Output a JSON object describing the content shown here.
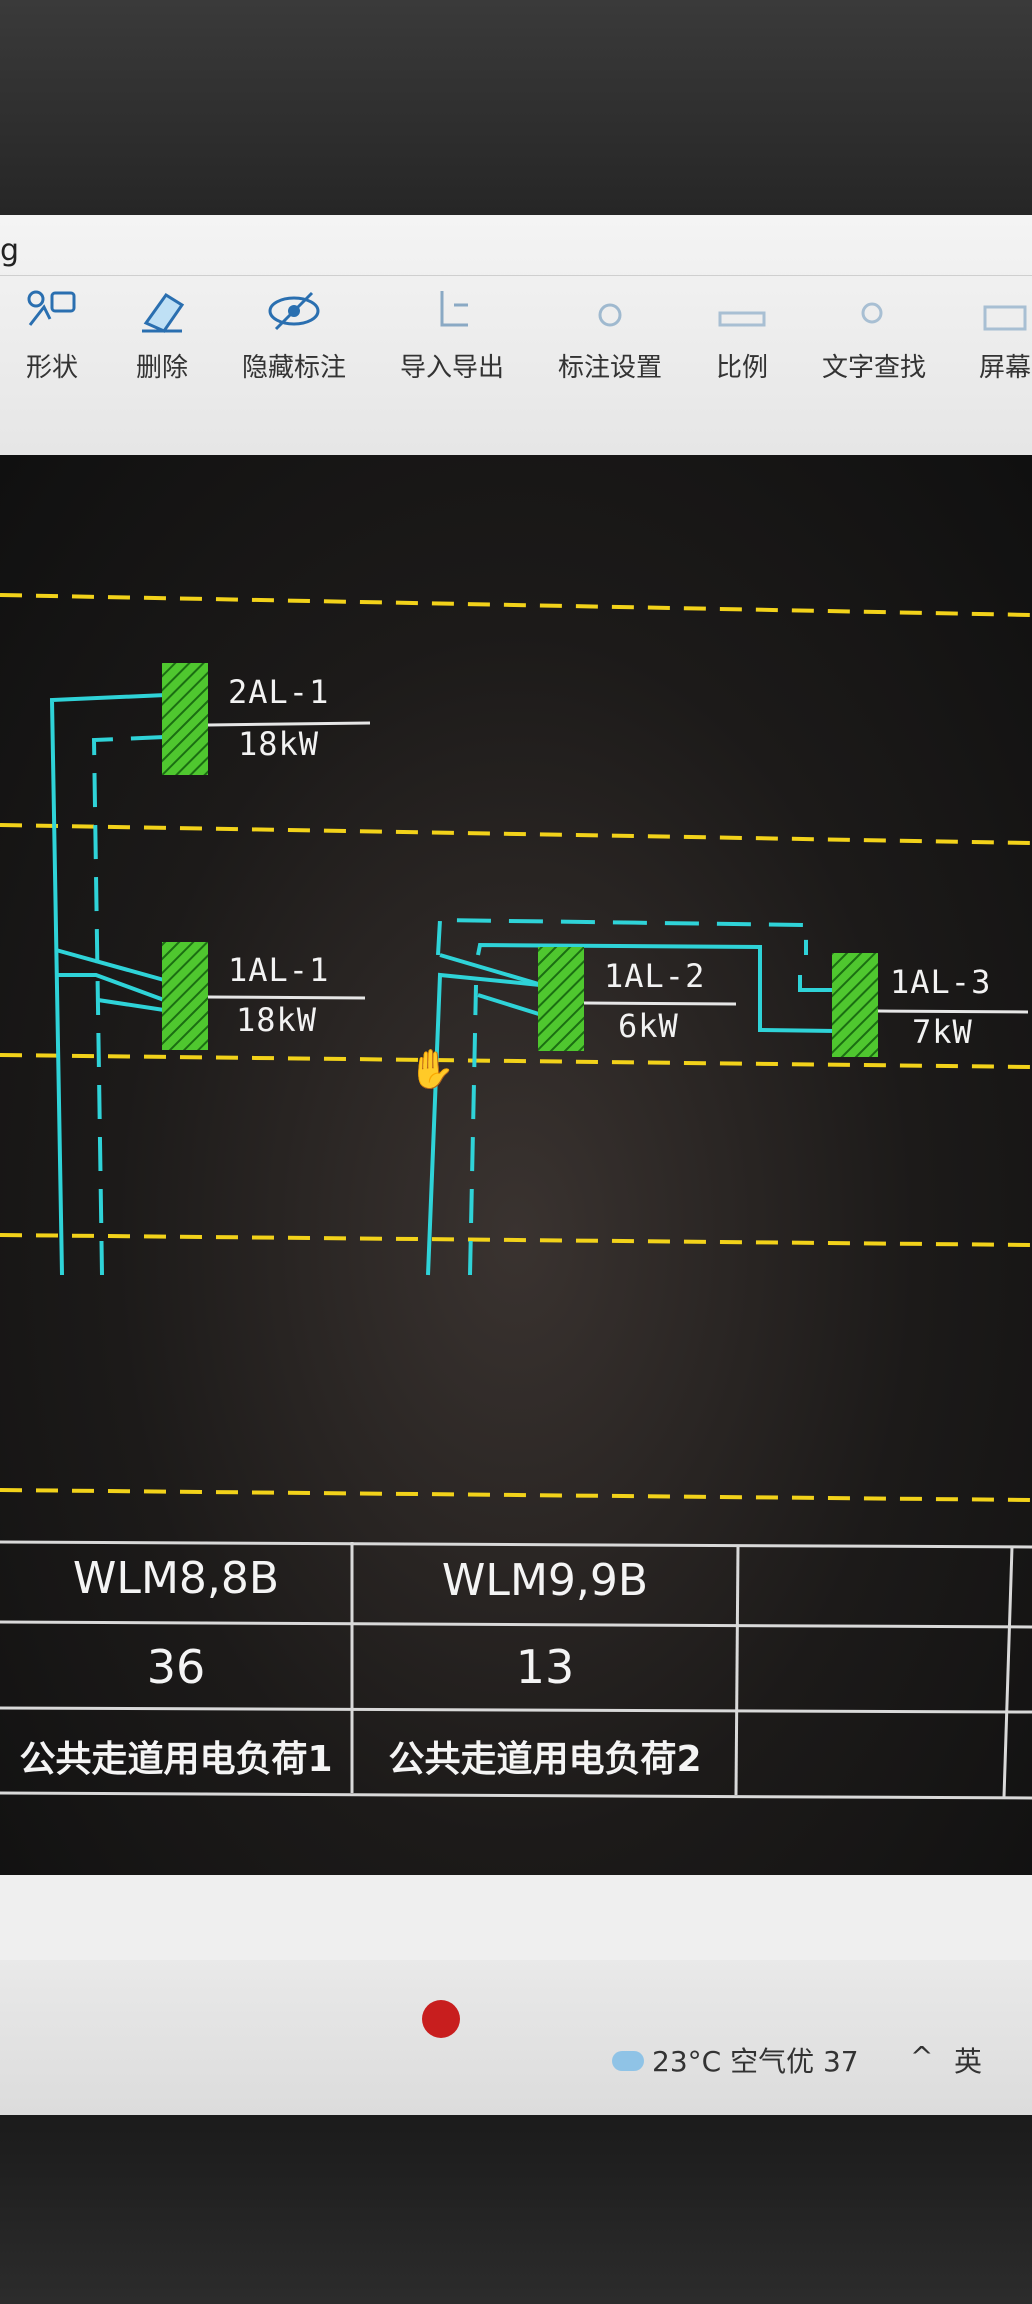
{
  "window": {
    "title_fragment": "g"
  },
  "toolbar": {
    "items": [
      {
        "label": "形状",
        "icon": "shape-icon"
      },
      {
        "label": "删除",
        "icon": "eraser-icon"
      },
      {
        "label": "隐藏标注",
        "icon": "hide-eye-icon"
      },
      {
        "label": "导入导出",
        "icon": "import-export-icon"
      },
      {
        "label": "标注设置",
        "icon": "annotation-settings-icon"
      },
      {
        "label": "比例",
        "icon": "ruler-icon"
      },
      {
        "label": "文字查找",
        "icon": "text-search-icon"
      },
      {
        "label": "屏幕",
        "icon": "screen-icon"
      }
    ]
  },
  "drawing": {
    "panels": [
      {
        "name": "2AL-1",
        "power": "18kW"
      },
      {
        "name": "1AL-1",
        "power": "18kW"
      },
      {
        "name": "1AL-2",
        "power": "6kW"
      },
      {
        "name": "1AL-3",
        "power": "7kW"
      }
    ],
    "table": {
      "circuits": [
        "WLM8,8B",
        "WLM9,9B",
        ""
      ],
      "values": [
        "36",
        "13",
        ""
      ],
      "descriptions": [
        "公共走道用电负荷1",
        "公共走道用电负荷2",
        ""
      ]
    },
    "colors": {
      "background": "#0f0f0f",
      "wire": "#2fd3d8",
      "floor_line": "#f2d21a",
      "panel_fill": "#4fc72f",
      "text": "#f2f2f2"
    }
  },
  "taskbar": {
    "weather": "23°C 空气优 37",
    "tray_caret": "^",
    "ime": "英"
  }
}
